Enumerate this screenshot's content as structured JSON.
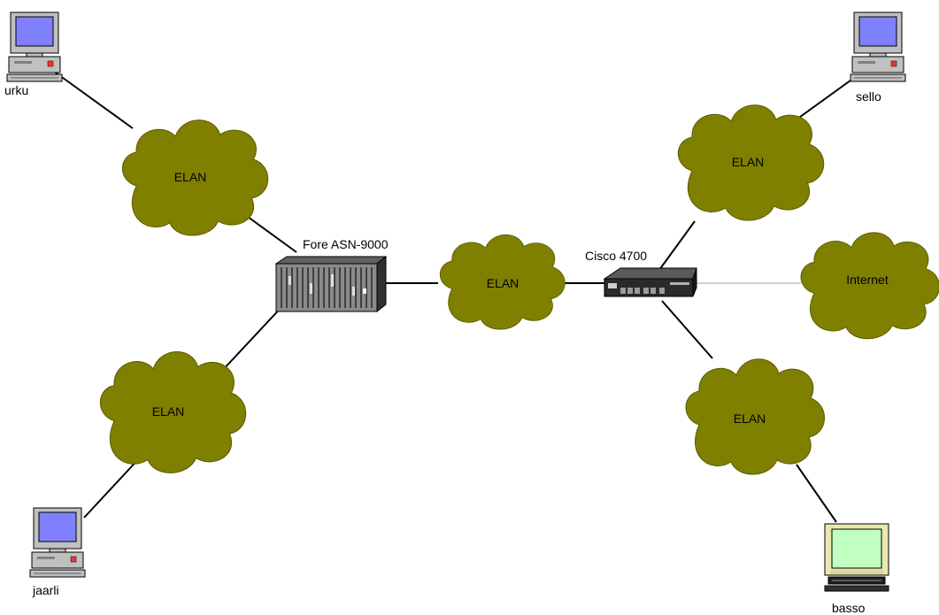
{
  "nodes": {
    "urku": "urku",
    "jaarli": "jaarli",
    "sello": "sello",
    "basso": "basso",
    "fore_switch": "Fore ASN-9000",
    "cisco_router": "Cisco 4700"
  },
  "clouds": {
    "elan_upper_left": "ELAN",
    "elan_lower_left": "ELAN",
    "elan_center": "ELAN",
    "elan_upper_right": "ELAN",
    "elan_lower_right": "ELAN",
    "internet": "Internet"
  },
  "colors": {
    "cloud_fill": "#808000",
    "screen_blue": "#8080ff",
    "screen_green": "#c0ffc0",
    "computer_body": "#c0c0c0",
    "basso_body": "#e8e8b0",
    "line": "#000000",
    "internet_line": "#c0c0c0"
  }
}
